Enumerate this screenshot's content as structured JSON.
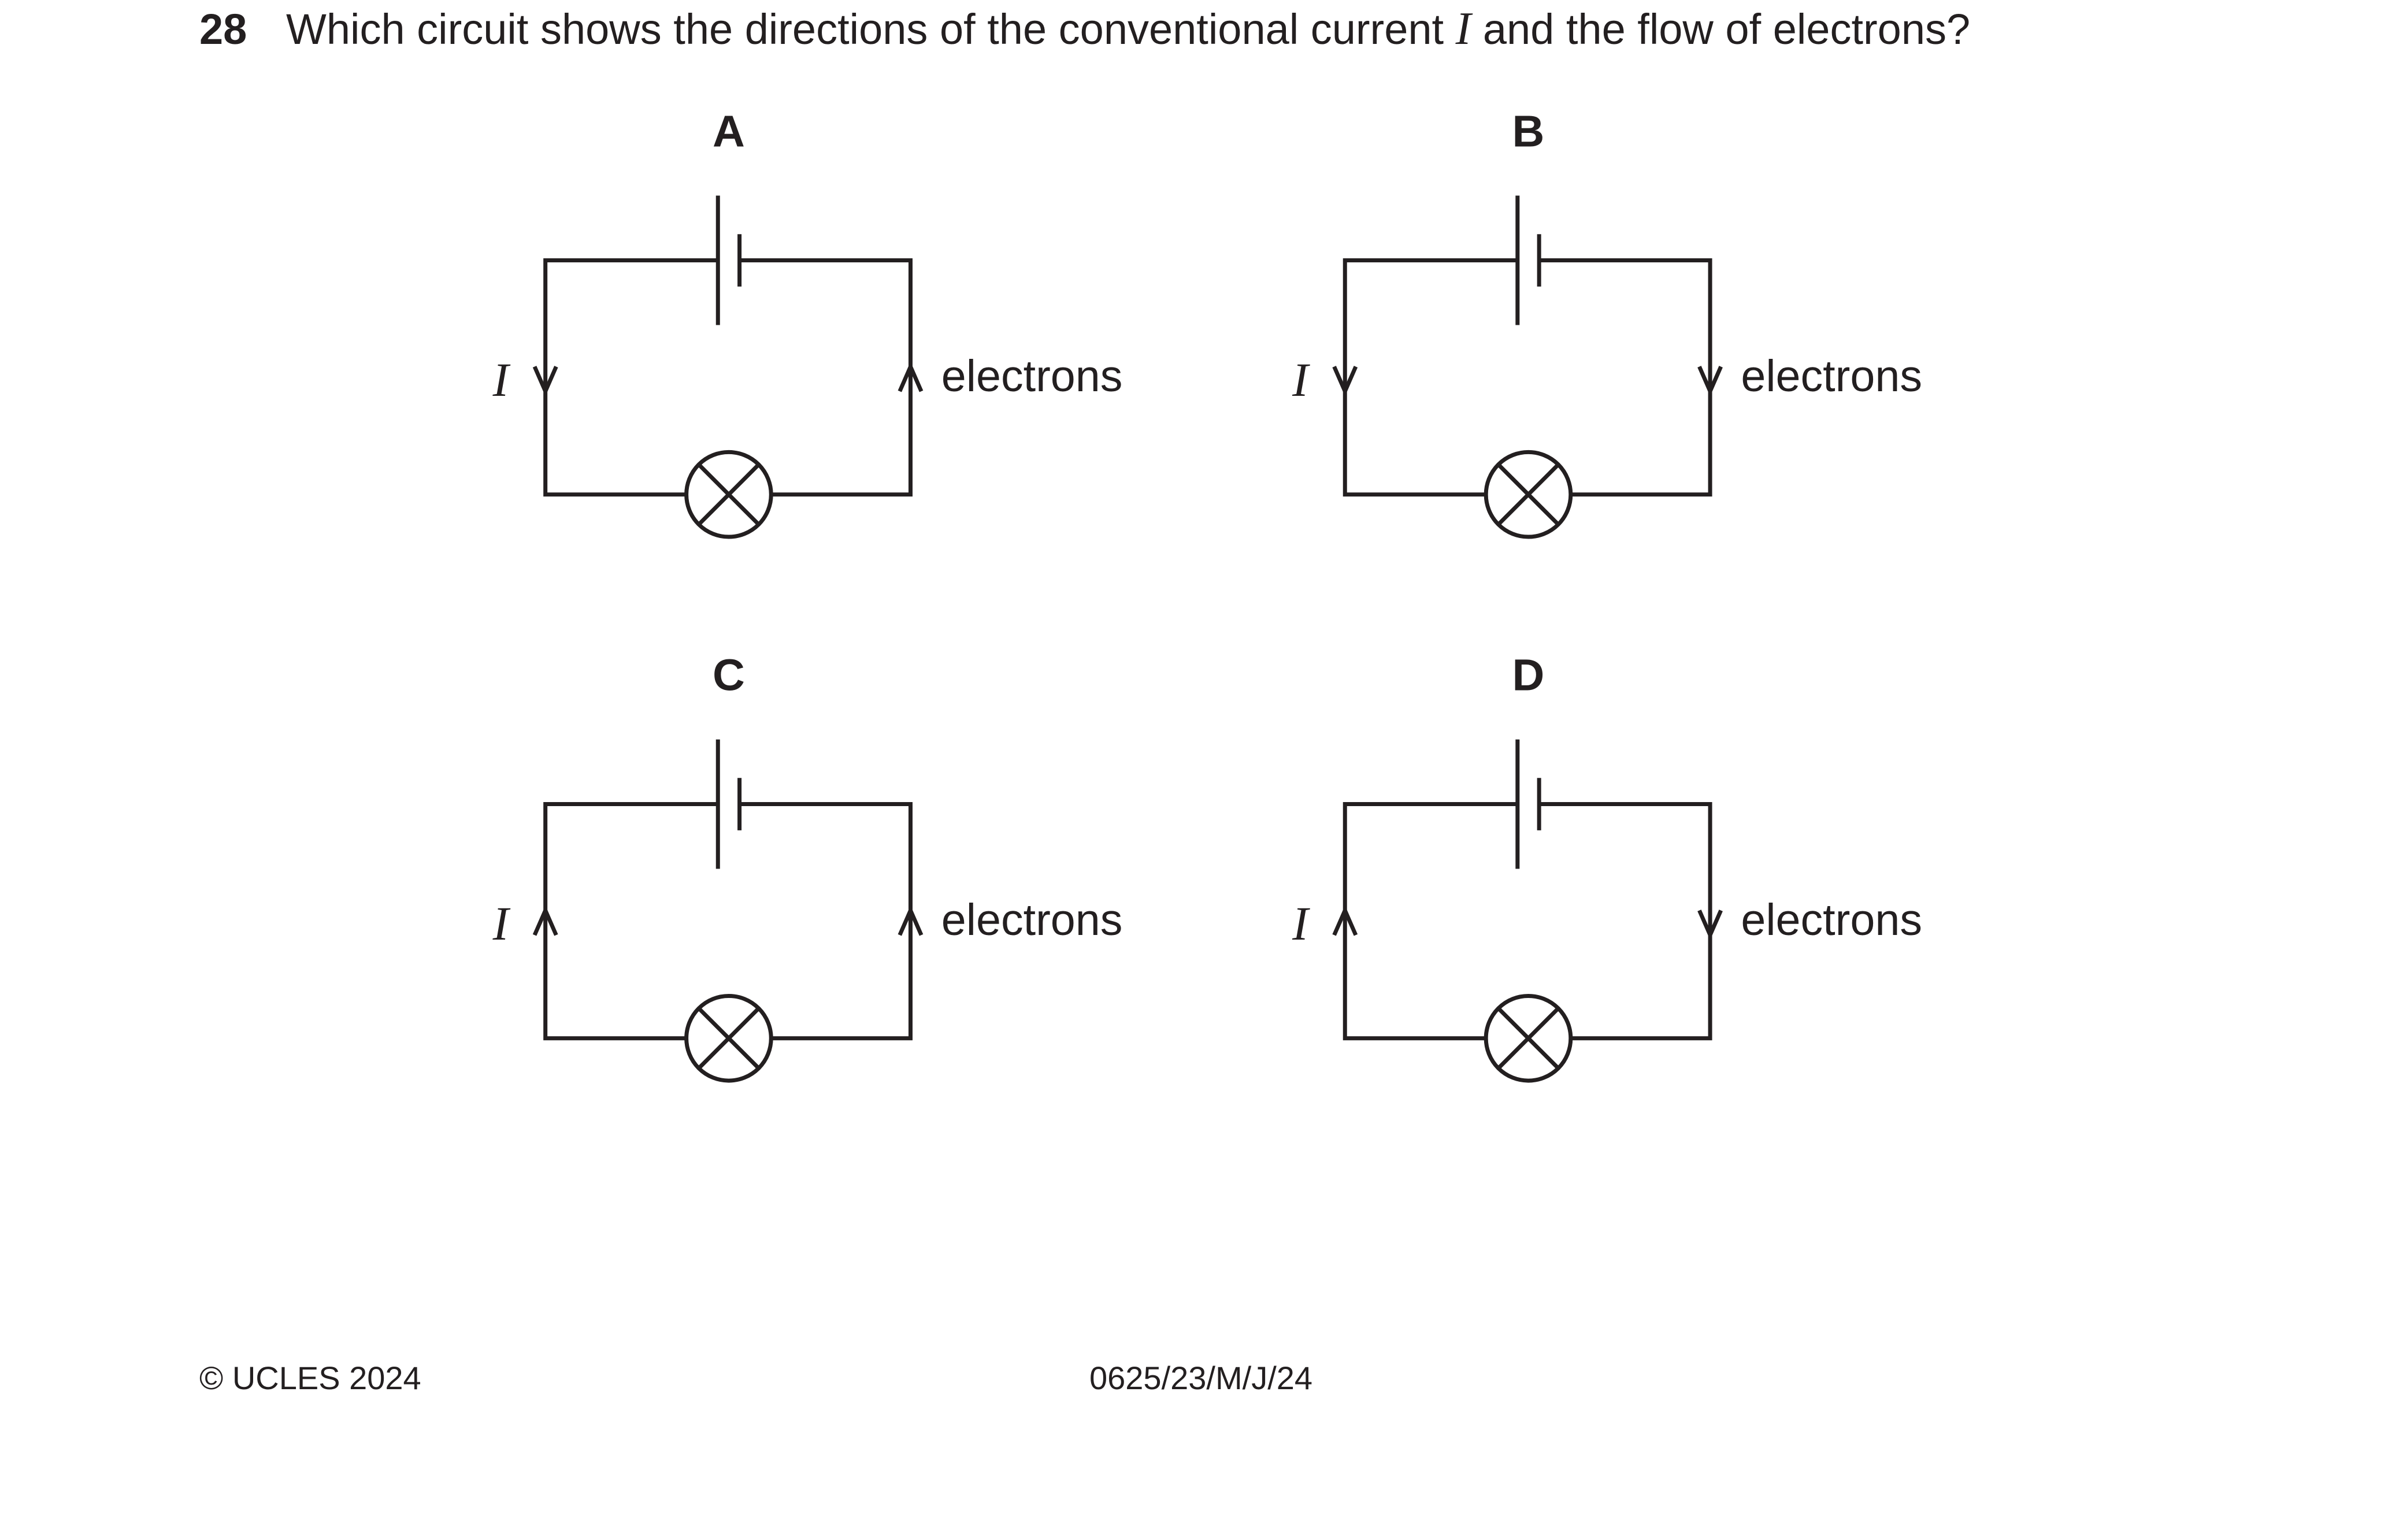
{
  "question": {
    "number": "28",
    "text_before": "Which circuit shows the directions of the conventional current ",
    "variable": "I",
    "text_after": " and the flow of electrons?"
  },
  "options": [
    {
      "letter": "A",
      "current_label": "I",
      "current_direction": "down",
      "electrons_label": "electrons",
      "electrons_direction": "up"
    },
    {
      "letter": "B",
      "current_label": "I",
      "current_direction": "down",
      "electrons_label": "electrons",
      "electrons_direction": "down"
    },
    {
      "letter": "C",
      "current_label": "I",
      "current_direction": "up",
      "electrons_label": "electrons",
      "electrons_direction": "up"
    },
    {
      "letter": "D",
      "current_label": "I",
      "current_direction": "up",
      "electrons_label": "electrons",
      "electrons_direction": "down"
    }
  ],
  "footer": {
    "copyright": "© UCLES 2024",
    "paper_code": "0625/23/M/J/24"
  },
  "colors": {
    "ink": "#231f20",
    "background": "#ffffff"
  }
}
